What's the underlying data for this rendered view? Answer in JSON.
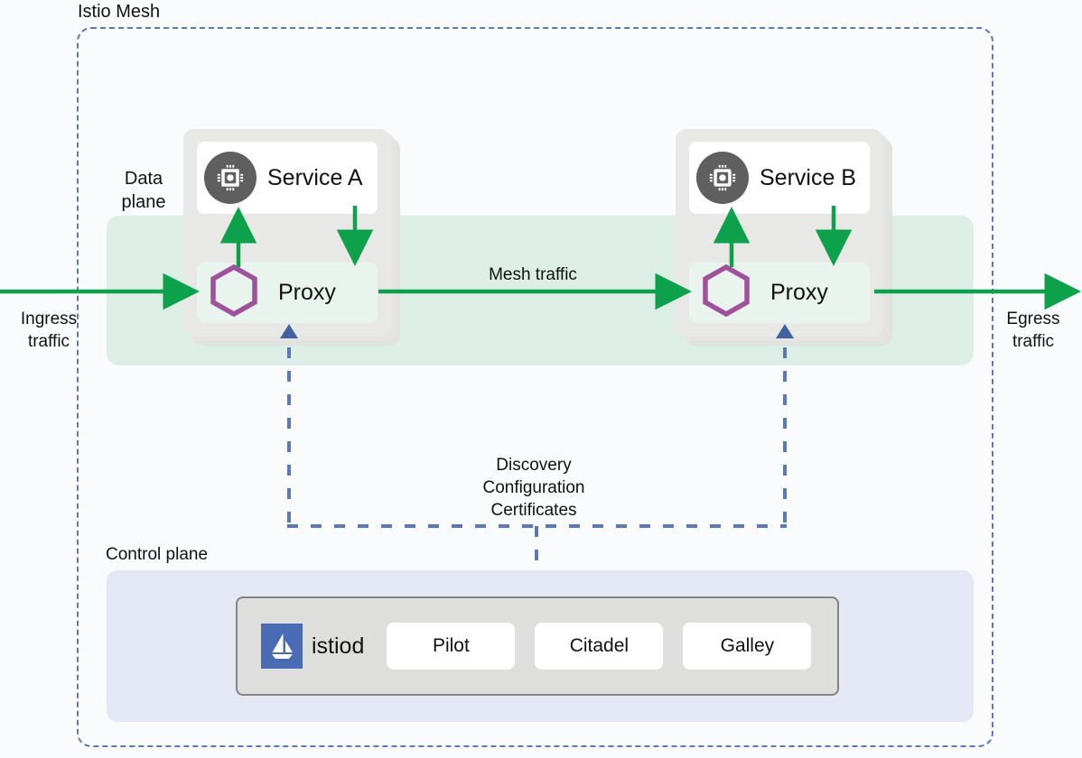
{
  "diagram": {
    "title": "Istio Mesh",
    "mesh_label": "Istio Mesh",
    "data_plane_label": "Data\nplane",
    "control_plane_label": "Control plane",
    "mesh_traffic_label": "Mesh traffic",
    "ingress_label": "Ingress\ntraffic",
    "egress_label": "Egress\ntraffic",
    "discovery_label": "Discovery\nConfiguration\nCertificates"
  },
  "pods": [
    {
      "id": "pod-a",
      "service_name": "Service A",
      "service_icon": "cpu-chip-icon",
      "proxy_name": "Proxy",
      "proxy_icon": "hexagon-envoy-icon"
    },
    {
      "id": "pod-b",
      "service_name": "Service B",
      "service_icon": "cpu-chip-icon",
      "proxy_name": "Proxy",
      "proxy_icon": "hexagon-envoy-icon"
    }
  ],
  "control_plane": {
    "brand_name": "istiod",
    "brand_icon": "istio-sailboat-logo",
    "components": [
      {
        "label": "Pilot"
      },
      {
        "label": "Citadel"
      },
      {
        "label": "Galley"
      }
    ]
  },
  "colors": {
    "page_background": "#fafbfd",
    "mesh_border": "#5a79b5",
    "data_plane_band": "#dceee6",
    "control_plane_band": "#e4e8f4",
    "pod_background": "#e8e9e7",
    "proxy_card": "#eaf4ee",
    "traffic_arrow_green": "#0ca14a",
    "dark_green": "#0f9d58",
    "hexagon_purple": "#a0519c",
    "chip_circle_gray": "#5f5f5f",
    "istio_blue": "#4a6cb5",
    "istiod_box": "#dededc",
    "istiod_border": "#848484",
    "dashed_blue": "#5a79b5",
    "triangle_blue": "#40639e",
    "text": "#121212"
  }
}
